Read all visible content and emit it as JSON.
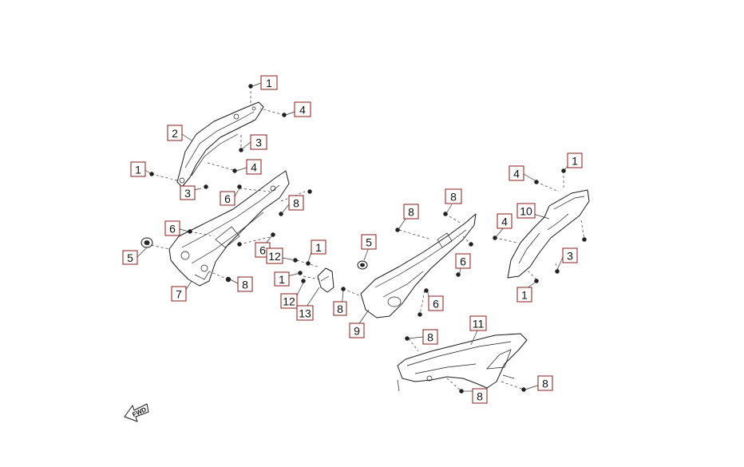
{
  "callouts": [
    {
      "id": "c-top-1",
      "label": "1"
    },
    {
      "id": "c-top-4",
      "label": "4"
    },
    {
      "id": "c-top-2",
      "label": "2"
    },
    {
      "id": "c-top-3a",
      "label": "3"
    },
    {
      "id": "c-left-1",
      "label": "1"
    },
    {
      "id": "c-mid-4",
      "label": "4"
    },
    {
      "id": "c-top-3b",
      "label": "3"
    },
    {
      "id": "c-6a",
      "label": "6"
    },
    {
      "id": "c-8a",
      "label": "8"
    },
    {
      "id": "c-6b",
      "label": "6"
    },
    {
      "id": "c-5a",
      "label": "5"
    },
    {
      "id": "c-6c",
      "label": "6"
    },
    {
      "id": "c-12a",
      "label": "12"
    },
    {
      "id": "c-1b",
      "label": "1"
    },
    {
      "id": "c-1c",
      "label": "1"
    },
    {
      "id": "c-8b",
      "label": "8"
    },
    {
      "id": "c-7",
      "label": "7"
    },
    {
      "id": "c-12b",
      "label": "12"
    },
    {
      "id": "c-13",
      "label": "13"
    },
    {
      "id": "c-8c",
      "label": "8"
    },
    {
      "id": "c-5b",
      "label": "5"
    },
    {
      "id": "c-9",
      "label": "9"
    },
    {
      "id": "c-8d",
      "label": "8"
    },
    {
      "id": "c-8e",
      "label": "8"
    },
    {
      "id": "c-6d",
      "label": "6"
    },
    {
      "id": "c-6e",
      "label": "6"
    },
    {
      "id": "c-8f",
      "label": "8"
    },
    {
      "id": "c-11",
      "label": "11"
    },
    {
      "id": "c-8g",
      "label": "8"
    },
    {
      "id": "c-8h",
      "label": "8"
    },
    {
      "id": "c-r-4a",
      "label": "4"
    },
    {
      "id": "c-r-1a",
      "label": "1"
    },
    {
      "id": "c-r-4b",
      "label": "4"
    },
    {
      "id": "c-r-10",
      "label": "10"
    },
    {
      "id": "c-r-3",
      "label": "3"
    },
    {
      "id": "c-r-1b",
      "label": "1"
    }
  ],
  "fwd_label": "FWD"
}
